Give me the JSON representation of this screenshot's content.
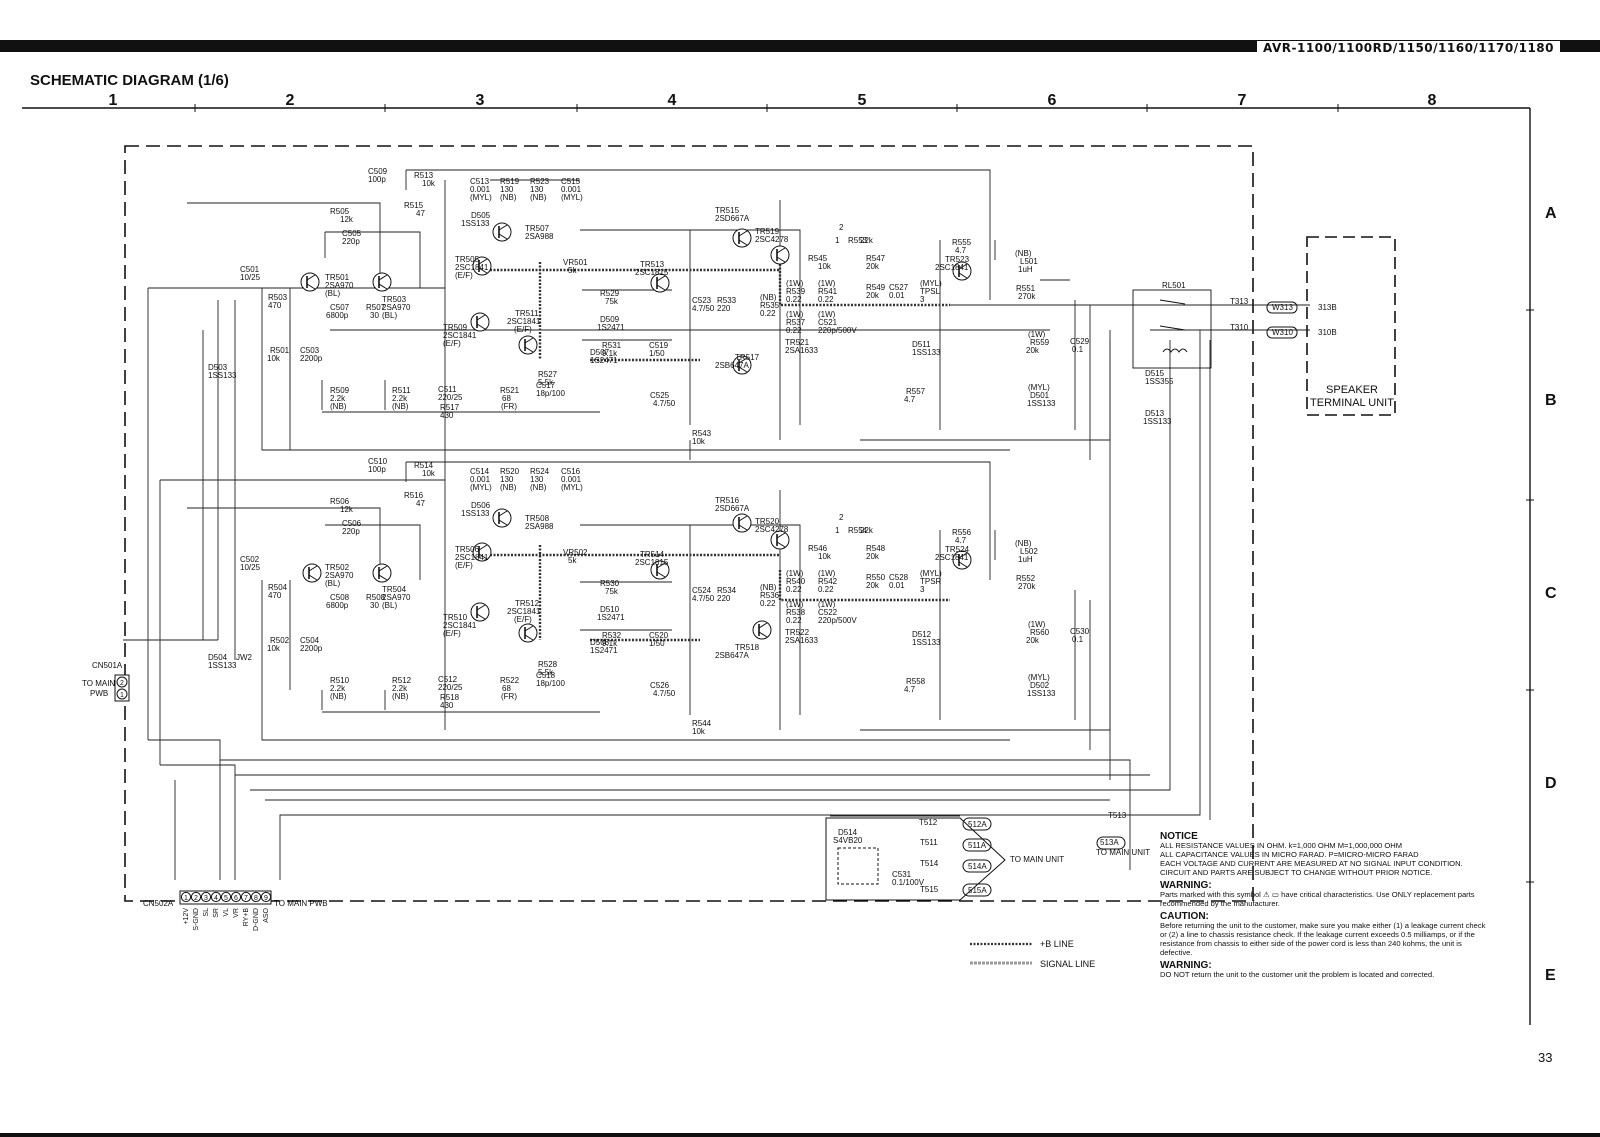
{
  "header": {
    "model": "AVR-1100/1100RD/1150/1160/1170/1180",
    "title": "SCHEMATIC DIAGRAM (1/6)",
    "page": "33"
  },
  "grid": {
    "columns": [
      "1",
      "2",
      "3",
      "4",
      "5",
      "6",
      "7",
      "8"
    ],
    "rows": [
      "A",
      "B",
      "C",
      "D",
      "E"
    ]
  },
  "components": {
    "tr": [
      "TR501",
      "2SA970",
      "(BL)",
      "TR503",
      "2SA970",
      "(BL)",
      "TR505",
      "2SC1841",
      "(E/F)",
      "TR507",
      "2SA988",
      "TR509",
      "2SC1841",
      "(E/F)",
      "TR511",
      "2SC1841",
      "(E/F)",
      "TR513",
      "2SC1815",
      "TR515",
      "2SD667A",
      "TR517",
      "2SB647A",
      "TR519",
      "2SC4278",
      "TR521",
      "2SA1633",
      "TR523",
      "2SC1841"
    ],
    "tr2": [
      "TR502",
      "2SA970",
      "(BL)",
      "TR504",
      "2SA970",
      "(BL)",
      "TR506",
      "2SC1841",
      "(E/F)",
      "TR508",
      "2SA988",
      "TR510",
      "2SC1841",
      "(E/F)",
      "TR512",
      "2SC1841",
      "(E/F)",
      "TR514",
      "2SC1815",
      "TR516",
      "2SD667A",
      "TR518",
      "2SB647A",
      "TR520",
      "2SC4278",
      "TR522",
      "2SA1633",
      "TR524",
      "2SC1841"
    ]
  },
  "labels": {
    "upper": [
      "C509",
      "100p",
      "R513",
      "10k",
      "R515",
      "47",
      "C513",
      "0.001",
      "(MYL)",
      "R519",
      "130",
      "(NB)",
      "R523",
      "130",
      "(NB)",
      "C515",
      "0.001",
      "(MYL)",
      "D505",
      "1SS133",
      "R505",
      "12k",
      "C505",
      "220p",
      "C501",
      "10/25",
      "R503",
      "470",
      "C507",
      "6800p",
      "R507",
      "30",
      "R501",
      "10k",
      "C503",
      "2200p",
      "R509",
      "2.2k",
      "(NB)",
      "R511",
      "2.2k",
      "(NB)",
      "C511",
      "220/25",
      "R517",
      "430",
      "R521",
      "68",
      "(FR)",
      "C517",
      "18p/100",
      "R527",
      "5.5k",
      "VR501",
      "5k",
      "R529",
      "75k",
      "D509",
      "1S2471",
      "D507",
      "1S2471",
      "R531",
      "9.1k",
      "C519",
      "1/50",
      "C523",
      "4.7/50",
      "R533",
      "220",
      "(NB)",
      "R535",
      "0.22",
      "(1W)",
      "R539",
      "0.22",
      "(1W)",
      "R537",
      "0.22",
      "(1W)",
      "R541",
      "0.22",
      "(1W)",
      "C521",
      "220p/500V",
      "C525",
      "4.7/50",
      "R543",
      "10k",
      "R545",
      "10k",
      "R547",
      "20k",
      "R549",
      "20k",
      "C527",
      "0.01",
      "(MYL)",
      "TPSL",
      "3",
      "2",
      "1",
      "R553",
      "22k",
      "R555",
      "4.7",
      "(NB)",
      "L501",
      "1uH",
      "R551",
      "270k",
      "D511",
      "1SS133",
      "R557",
      "4.7",
      "(1W)",
      "R559",
      "20k",
      "C529",
      "0.1",
      "(MYL)",
      "D501",
      "1SS133",
      "D503",
      "1SS133"
    ],
    "lower": [
      "C510",
      "100p",
      "R514",
      "10k",
      "R516",
      "47",
      "C514",
      "0.001",
      "(MYL)",
      "R520",
      "130",
      "(NB)",
      "R524",
      "130",
      "(NB)",
      "C516",
      "0.001",
      "(MYL)",
      "D506",
      "1SS133",
      "R506",
      "12k",
      "C506",
      "220p",
      "C502",
      "10/25",
      "R504",
      "470",
      "C508",
      "6800p",
      "R508",
      "30",
      "R502",
      "10k",
      "C504",
      "2200p",
      "R510",
      "2.2k",
      "(NB)",
      "R512",
      "2.2k",
      "(NB)",
      "C512",
      "220/25",
      "R518",
      "430",
      "R522",
      "68",
      "(FR)",
      "C518",
      "18p/100",
      "R528",
      "5.5k",
      "VR502",
      "5k",
      "R530",
      "75k",
      "D510",
      "1S2471",
      "D508",
      "1S2471",
      "R532",
      "9.1k",
      "C520",
      "1/50",
      "C524",
      "4.7/50",
      "R534",
      "220",
      "(NB)",
      "R536",
      "0.22",
      "(1W)",
      "R540",
      "0.22",
      "(1W)",
      "R538",
      "0.22",
      "(1W)",
      "R542",
      "0.22",
      "(1W)",
      "C522",
      "220p/500V",
      "C526",
      "4.7/50",
      "R544",
      "10k",
      "R546",
      "10k",
      "R548",
      "20k",
      "R550",
      "20k",
      "C528",
      "0.01",
      "(MYL)",
      "TPSR",
      "3",
      "2",
      "1",
      "R554",
      "22k",
      "R556",
      "4.7",
      "(NB)",
      "L502",
      "1uH",
      "R552",
      "270k",
      "D512",
      "1SS133",
      "R558",
      "4.7",
      "(1W)",
      "R560",
      "20k",
      "C530",
      "0.1",
      "(MYL)",
      "D502",
      "1SS133",
      "D504",
      "1SS133",
      "JW2"
    ],
    "relay": [
      "RL501",
      "T313",
      "T310",
      "W313",
      "W310",
      "313B",
      "310B",
      "D515",
      "1SS355",
      "D513",
      "1SS133"
    ],
    "speaker": [
      "SPEAKER",
      "TERMINAL UNIT"
    ],
    "connector_a": [
      "CN501A",
      "TO MAIN",
      "PWB",
      "2",
      "1"
    ],
    "connector_b": {
      "name": "CN502A",
      "pins": [
        "1",
        "2",
        "3",
        "4",
        "5",
        "6",
        "7",
        "8",
        "9"
      ],
      "signals": [
        "+12V",
        "S-GND",
        "SL",
        "SR",
        "VL",
        "VR",
        "RY+B",
        "D-GND",
        "ASO"
      ],
      "dest": "TO MAIN PWB"
    },
    "supply": [
      "D514",
      "S4VB20",
      "C531",
      "0.1/100V",
      "T512",
      "T511",
      "T514",
      "T515",
      "512A",
      "511A",
      "514A",
      "515A",
      "TO MAIN UNIT",
      "T513",
      "513A",
      "TO MAIN UNIT"
    ],
    "legend": [
      "+B LINE",
      "SIGNAL LINE"
    ]
  },
  "notice": {
    "title": "NOTICE",
    "lines": [
      "ALL RESISTANCE VALUES IN OHM. k=1,000 OHM M=1,000,000 OHM",
      "ALL CAPACITANCE VALUES IN MICRO FARAD. P=MICRO-MICRO FARAD",
      "EACH VOLTAGE AND CURRENT ARE MEASURED AT NO SIGNAL INPUT CONDITION.",
      "CIRCUIT AND PARTS ARE SUBJECT TO CHANGE WITHOUT PRIOR NOTICE."
    ],
    "warning1_title": "WARNING:",
    "warning1": "Parts marked with this symbol ⚠ ▭ have critical characteristics. Use ONLY replacement parts recommended by the manufacturer.",
    "caution_title": "CAUTION:",
    "caution": "Before returning the unit to the customer, make sure you make either (1) a leakage current check or (2) a line to chassis resistance check. If the leakage current exceeds 0.5 milliamps, or if the resistance from chassis to either side of the power cord is less than 240 kohms, the unit is defective.",
    "warning2_title": "WARNING:",
    "warning2": "DO NOT return the unit to the customer unit the problem is located and corrected."
  }
}
